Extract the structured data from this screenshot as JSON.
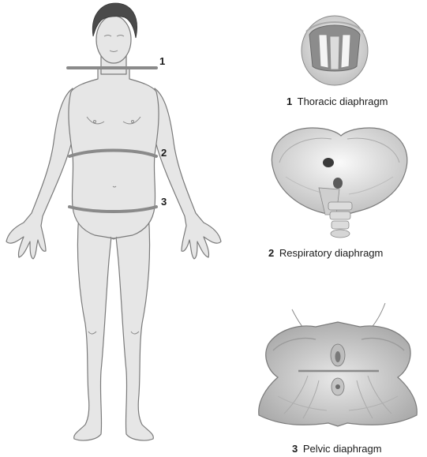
{
  "markers": [
    {
      "number": "1"
    },
    {
      "number": "2"
    },
    {
      "number": "3"
    }
  ],
  "panels": [
    {
      "number": "1",
      "caption": "Thoracic diaphragm"
    },
    {
      "number": "2",
      "caption": "Respiratory diaphragm"
    },
    {
      "number": "3",
      "caption": "Pelvic diaphragm"
    }
  ],
  "colors": {
    "band": "#8a8a8a",
    "skin": "#e6e6e6",
    "outline": "#7a7a7a",
    "hair": "#4a4a4a"
  }
}
